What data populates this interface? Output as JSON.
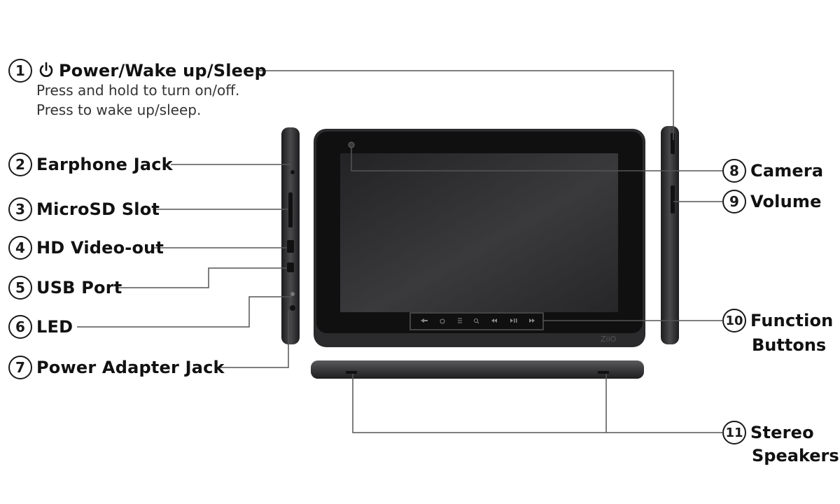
{
  "callouts": [
    {
      "number": "1",
      "label": "Power/Wake up/Sleep",
      "icon": "power-icon"
    },
    {
      "number": "2",
      "label": "Earphone Jack"
    },
    {
      "number": "3",
      "label": "MicroSD Slot"
    },
    {
      "number": "4",
      "label": "HD Video-out"
    },
    {
      "number": "5",
      "label": "USB Port"
    },
    {
      "number": "6",
      "label": "LED"
    },
    {
      "number": "7",
      "label": "Power Adapter Jack"
    },
    {
      "number": "8",
      "label": "Camera"
    },
    {
      "number": "9",
      "label": "Volume"
    },
    {
      "number": "10",
      "label_line1": "Function",
      "label_line2": "Buttons"
    },
    {
      "number": "11",
      "label_line1": "Stereo",
      "label_line2": "Speakers"
    }
  ],
  "power_description": {
    "line1": "Press and hold to turn on/off.",
    "line2": "Press to wake up/sleep."
  },
  "function_button_icons": [
    "back-icon",
    "home-icon",
    "menu-icon",
    "search-icon",
    "rewind-icon",
    "play-pause-icon",
    "fast-forward-icon"
  ],
  "brand_mark": "ZiiO",
  "colors": {
    "device_body": "#2b2b2d",
    "screen": "#2f2f31",
    "leader_line": "#555555",
    "text": "#111111"
  }
}
